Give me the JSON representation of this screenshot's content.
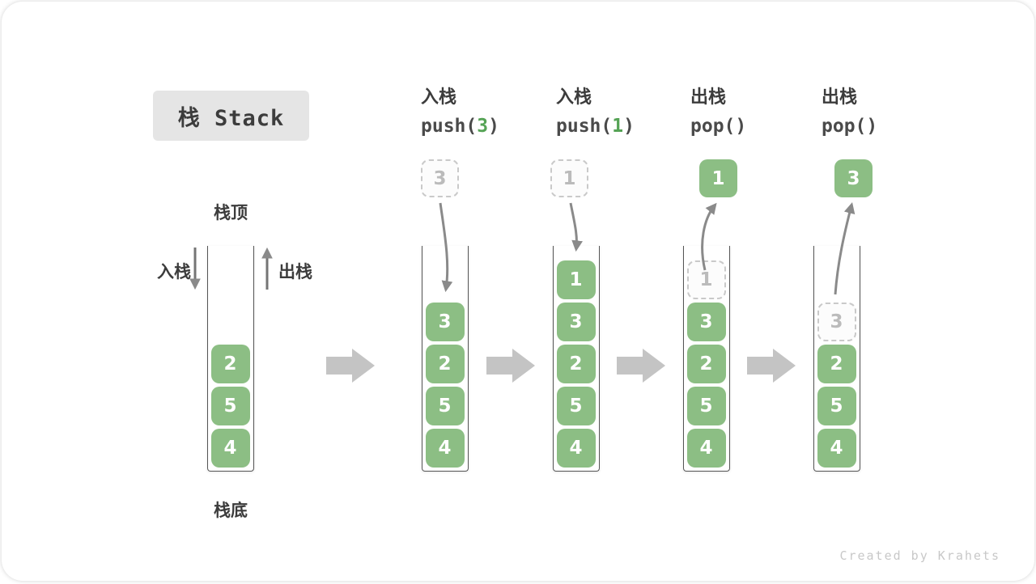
{
  "title": "栈 Stack",
  "watermark": "Created by Krahets",
  "side_labels": {
    "top": "栈顶",
    "bottom": "栈底",
    "push": "入栈",
    "pop": "出栈"
  },
  "header_ops": [
    {
      "label": "入栈",
      "code_pre": "push(",
      "code_arg": "3",
      "code_post": ")"
    },
    {
      "label": "入栈",
      "code_pre": "push(",
      "code_arg": "1",
      "code_post": ")"
    },
    {
      "label": "出栈",
      "code_pre": "pop(",
      "code_arg": "",
      "code_post": ")"
    },
    {
      "label": "出栈",
      "code_pre": "pop(",
      "code_arg": "",
      "code_post": ")"
    }
  ],
  "stacks": [
    {
      "cells": [
        "2",
        "5",
        "4"
      ]
    },
    {
      "cells": [
        "3",
        "2",
        "5",
        "4"
      ],
      "floating": "3"
    },
    {
      "cells": [
        "1",
        "3",
        "2",
        "5",
        "4"
      ],
      "floating": "1"
    },
    {
      "cells": [
        "1",
        "3",
        "2",
        "5",
        "4"
      ],
      "floating": "1"
    },
    {
      "cells": [
        "3",
        "2",
        "5",
        "4"
      ],
      "floating": "3"
    }
  ],
  "colors": {
    "cell_green": "#8CBE84",
    "code_arg_green": "#55A355",
    "arrow_gray": "#8A8A8A",
    "step_arrow_gray": "#C4C4C4",
    "dashed_border_gray": "#C9C9C9",
    "ghost_text_gray": "#BBBBBB",
    "text_dark": "#3C3C3C",
    "title_bg": "#E5E5E5",
    "container_border": "#555555",
    "watermark_gray": "#C8C8C8"
  }
}
